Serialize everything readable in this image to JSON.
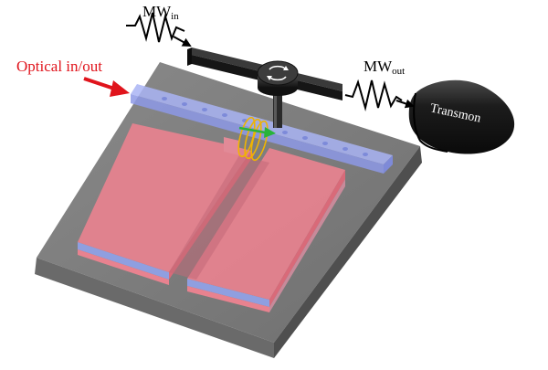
{
  "labels": {
    "optical": "Optical in/out",
    "mw_in_main": "MW",
    "mw_in_sub": "in",
    "mw_out_main": "MW",
    "mw_out_sub": "out",
    "transmon": "Transmon"
  },
  "colors": {
    "optical_label": "#e0141c",
    "optical_arrow": "#e0141c",
    "substrate_top": "#7d7d7d",
    "substrate_side": "#5c5c5c",
    "block_fill": "#e8828f",
    "block_layer": "#8f9fe0",
    "waveguide": "#a9b4f5",
    "coil": "#f0b400",
    "green_arrow": "#27b43a",
    "dark_device": "#222222"
  }
}
